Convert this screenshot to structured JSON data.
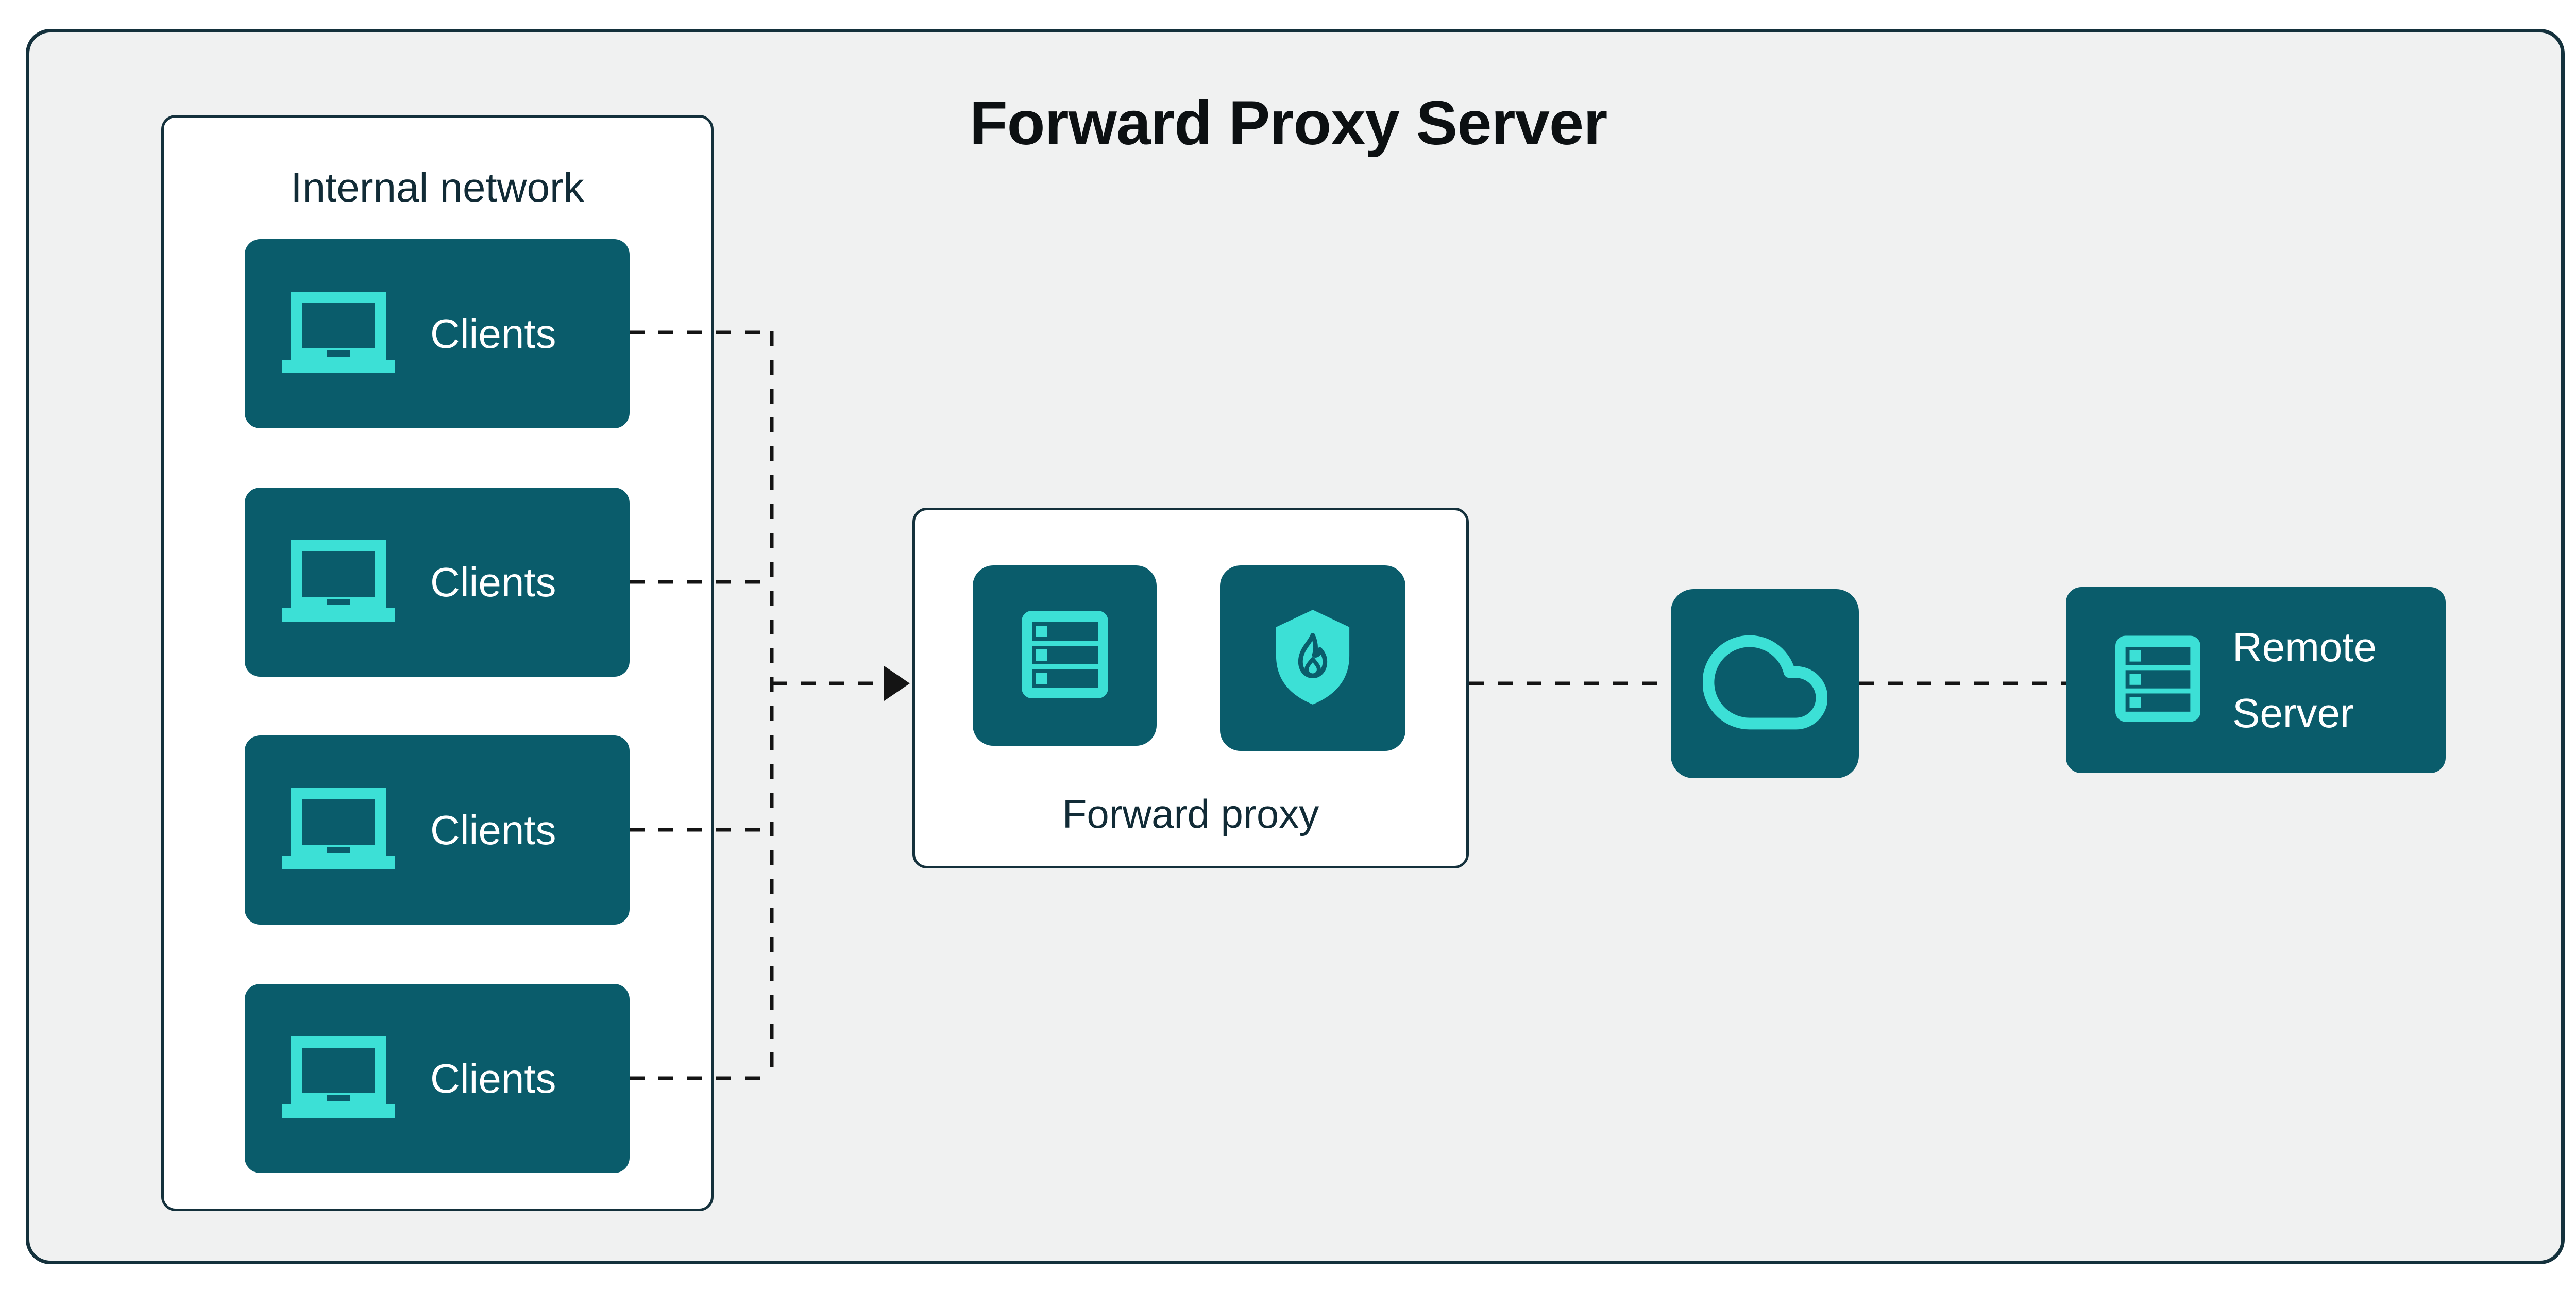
{
  "title": "Forward Proxy Server",
  "internal_network": {
    "label": "Internal network",
    "clients": [
      {
        "label": "Clients",
        "icon": "laptop-icon"
      },
      {
        "label": "Clients",
        "icon": "laptop-icon"
      },
      {
        "label": "Clients",
        "icon": "laptop-icon"
      },
      {
        "label": "Clients",
        "icon": "laptop-icon"
      }
    ]
  },
  "forward_proxy": {
    "label": "Forward proxy",
    "icons": [
      {
        "name": "server-rack-icon"
      },
      {
        "name": "firewall-shield-flame-icon"
      }
    ]
  },
  "internet": {
    "icon": "cloud-icon"
  },
  "remote_server": {
    "label": "Remote Server",
    "icon": "server-rack-icon"
  },
  "connections": {
    "style": "dashed",
    "arrowhead": "into forward proxy box"
  },
  "colors": {
    "page_bg": "#ffffff",
    "canvas_bg": "#f0f1f1",
    "stroke_dark": "#14313c",
    "node_teal": "#0a5c6b",
    "accent_cyan": "#3ce0d6",
    "label_dark": "#112b36",
    "title_black": "#0c1012",
    "connector_black": "#141414",
    "node_text_white": "#ffffff"
  }
}
